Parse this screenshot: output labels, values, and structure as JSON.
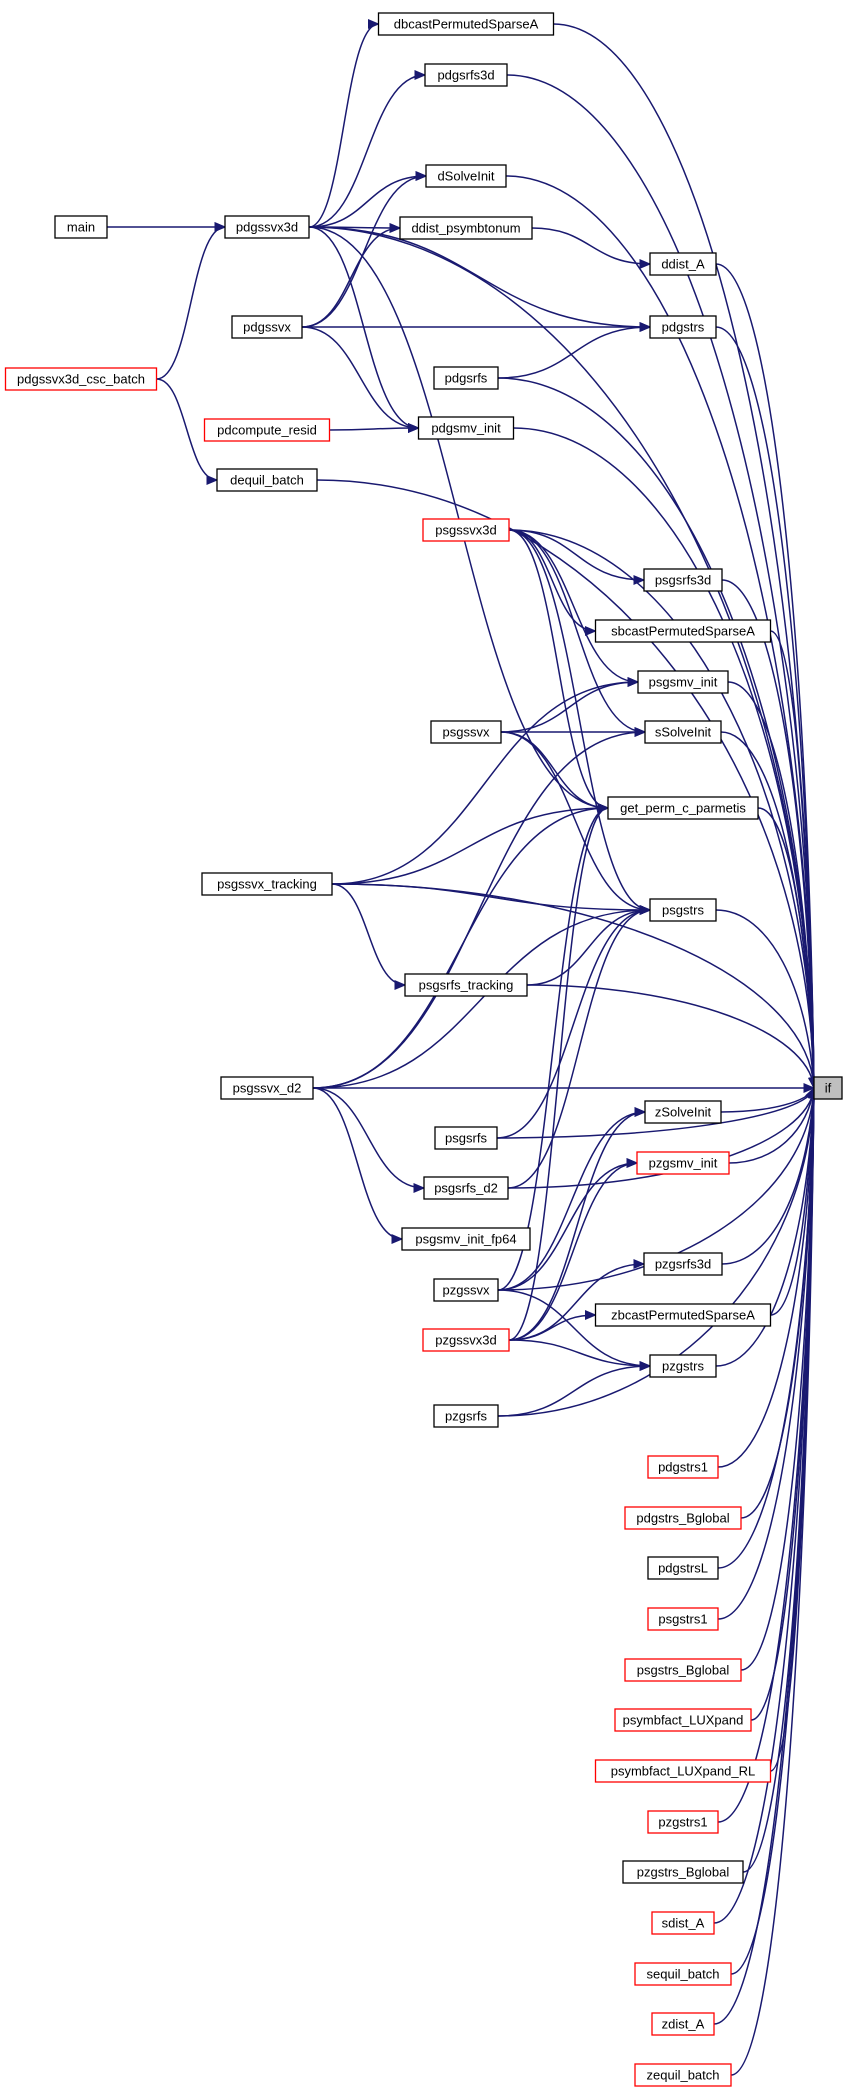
{
  "graph": {
    "type": "caller-graph",
    "target": "if",
    "colors": {
      "edge": "#191970",
      "node_border": "#000000",
      "node_border_truncated": "#ff0000",
      "target_fill": "#bfbfbf"
    },
    "nodes": [
      {
        "id": "if",
        "label": "if",
        "style": "target"
      },
      {
        "id": "main",
        "label": "main",
        "style": "normal"
      },
      {
        "id": "pdgssvx3d_csc_batch",
        "label": "pdgssvx3d_csc_batch",
        "style": "truncated"
      },
      {
        "id": "pdgssvx3d",
        "label": "pdgssvx3d",
        "style": "normal"
      },
      {
        "id": "pdgssvx",
        "label": "pdgssvx",
        "style": "normal"
      },
      {
        "id": "dequil_batch",
        "label": "dequil_batch",
        "style": "normal"
      },
      {
        "id": "pdcompute_resid",
        "label": "pdcompute_resid",
        "style": "truncated"
      },
      {
        "id": "dbcastPermutedSparseA",
        "label": "dbcastPermutedSparseA",
        "style": "normal"
      },
      {
        "id": "pdgsrfs3d",
        "label": "pdgsrfs3d",
        "style": "normal"
      },
      {
        "id": "dSolveInit",
        "label": "dSolveInit",
        "style": "normal"
      },
      {
        "id": "ddist_psymbtonum",
        "label": "ddist_psymbtonum",
        "style": "normal"
      },
      {
        "id": "ddist_A",
        "label": "ddist_A",
        "style": "normal"
      },
      {
        "id": "pdgstrs",
        "label": "pdgstrs",
        "style": "normal"
      },
      {
        "id": "pdgsrfs",
        "label": "pdgsrfs",
        "style": "normal"
      },
      {
        "id": "pdgsmv_init",
        "label": "pdgsmv_init",
        "style": "normal"
      },
      {
        "id": "psgssvx3d",
        "label": "psgssvx3d",
        "style": "truncated"
      },
      {
        "id": "psgsrfs3d",
        "label": "psgsrfs3d",
        "style": "normal"
      },
      {
        "id": "sbcastPermutedSparseA",
        "label": "sbcastPermutedSparseA",
        "style": "normal"
      },
      {
        "id": "psgsmv_init",
        "label": "psgsmv_init",
        "style": "normal"
      },
      {
        "id": "psgssvx",
        "label": "psgssvx",
        "style": "normal"
      },
      {
        "id": "sSolveInit",
        "label": "sSolveInit",
        "style": "normal"
      },
      {
        "id": "get_perm_c_parmetis",
        "label": "get_perm_c_parmetis",
        "style": "normal"
      },
      {
        "id": "psgssvx_tracking",
        "label": "psgssvx_tracking",
        "style": "normal"
      },
      {
        "id": "psgstrs",
        "label": "psgstrs",
        "style": "normal"
      },
      {
        "id": "psgsrfs_tracking",
        "label": "psgsrfs_tracking",
        "style": "normal"
      },
      {
        "id": "psgssvx_d2",
        "label": "psgssvx_d2",
        "style": "normal"
      },
      {
        "id": "psgsrfs",
        "label": "psgsrfs",
        "style": "normal"
      },
      {
        "id": "psgsrfs_d2",
        "label": "psgsrfs_d2",
        "style": "normal"
      },
      {
        "id": "psgsmv_init_fp64",
        "label": "psgsmv_init_fp64",
        "style": "normal"
      },
      {
        "id": "zSolveInit",
        "label": "zSolveInit",
        "style": "normal"
      },
      {
        "id": "pzgsmv_init",
        "label": "pzgsmv_init",
        "style": "truncated"
      },
      {
        "id": "pzgssvx",
        "label": "pzgssvx",
        "style": "normal"
      },
      {
        "id": "pzgsrfs3d",
        "label": "pzgsrfs3d",
        "style": "normal"
      },
      {
        "id": "pzgssvx3d",
        "label": "pzgssvx3d",
        "style": "truncated"
      },
      {
        "id": "zbcastPermutedSparseA",
        "label": "zbcastPermutedSparseA",
        "style": "normal"
      },
      {
        "id": "pzgstrs",
        "label": "pzgstrs",
        "style": "normal"
      },
      {
        "id": "pzgsrfs",
        "label": "pzgsrfs",
        "style": "normal"
      },
      {
        "id": "pdgstrs1",
        "label": "pdgstrs1",
        "style": "truncated"
      },
      {
        "id": "pdgstrs_Bglobal",
        "label": "pdgstrs_Bglobal",
        "style": "truncated"
      },
      {
        "id": "pdgstrsL",
        "label": "pdgstrsL",
        "style": "normal"
      },
      {
        "id": "psgstrs1",
        "label": "psgstrs1",
        "style": "truncated"
      },
      {
        "id": "psgstrs_Bglobal",
        "label": "psgstrs_Bglobal",
        "style": "truncated"
      },
      {
        "id": "psymbfact_LUXpand",
        "label": "psymbfact_LUXpand",
        "style": "truncated"
      },
      {
        "id": "psymbfact_LUXpand_RL",
        "label": "psymbfact_LUXpand_RL",
        "style": "truncated"
      },
      {
        "id": "pzgstrs1",
        "label": "pzgstrs1",
        "style": "truncated"
      },
      {
        "id": "pzgstrs_Bglobal",
        "label": "pzgstrs_Bglobal",
        "style": "normal"
      },
      {
        "id": "sdist_A",
        "label": "sdist_A",
        "style": "truncated"
      },
      {
        "id": "sequil_batch",
        "label": "sequil_batch",
        "style": "truncated"
      },
      {
        "id": "zdist_A",
        "label": "zdist_A",
        "style": "truncated"
      },
      {
        "id": "zequil_batch",
        "label": "zequil_batch",
        "style": "truncated"
      }
    ],
    "edges": [
      [
        "main",
        "pdgssvx3d"
      ],
      [
        "pdgssvx3d_csc_batch",
        "pdgssvx3d"
      ],
      [
        "pdgssvx3d_csc_batch",
        "dequil_batch"
      ],
      [
        "pdgssvx3d",
        "dbcastPermutedSparseA"
      ],
      [
        "pdgssvx3d",
        "pdgsrfs3d"
      ],
      [
        "pdgssvx3d",
        "dSolveInit"
      ],
      [
        "pdgssvx3d",
        "ddist_psymbtonum"
      ],
      [
        "pdgssvx3d",
        "pdgstrs"
      ],
      [
        "pdgssvx3d",
        "pdgsmv_init"
      ],
      [
        "pdgssvx3d",
        "get_perm_c_parmetis"
      ],
      [
        "pdgssvx",
        "dSolveInit"
      ],
      [
        "pdgssvx",
        "ddist_psymbtonum"
      ],
      [
        "pdgssvx",
        "pdgstrs"
      ],
      [
        "pdgssvx",
        "pdgsmv_init"
      ],
      [
        "ddist_psymbtonum",
        "ddist_A"
      ],
      [
        "pdgsrfs",
        "pdgstrs"
      ],
      [
        "pdcompute_resid",
        "pdgsmv_init"
      ],
      [
        "psgssvx3d",
        "psgsrfs3d"
      ],
      [
        "psgssvx3d",
        "sbcastPermutedSparseA"
      ],
      [
        "psgssvx3d",
        "psgsmv_init"
      ],
      [
        "psgssvx3d",
        "sSolveInit"
      ],
      [
        "psgssvx3d",
        "get_perm_c_parmetis"
      ],
      [
        "psgssvx3d",
        "psgstrs"
      ],
      [
        "psgssvx",
        "psgsmv_init"
      ],
      [
        "psgssvx",
        "sSolveInit"
      ],
      [
        "psgssvx",
        "get_perm_c_parmetis"
      ],
      [
        "psgssvx",
        "psgstrs"
      ],
      [
        "psgssvx_tracking",
        "psgsmv_init"
      ],
      [
        "psgssvx_tracking",
        "get_perm_c_parmetis"
      ],
      [
        "psgssvx_tracking",
        "psgsrfs_tracking"
      ],
      [
        "psgssvx_tracking",
        "psgstrs"
      ],
      [
        "psgsrfs_tracking",
        "psgstrs"
      ],
      [
        "psgssvx_d2",
        "sSolveInit"
      ],
      [
        "psgssvx_d2",
        "get_perm_c_parmetis"
      ],
      [
        "psgssvx_d2",
        "psgsrfs_d2"
      ],
      [
        "psgssvx_d2",
        "psgsmv_init_fp64"
      ],
      [
        "psgssvx_d2",
        "psgstrs"
      ],
      [
        "psgsrfs",
        "psgstrs"
      ],
      [
        "psgsrfs_d2",
        "psgstrs"
      ],
      [
        "pzgssvx",
        "zSolveInit"
      ],
      [
        "pzgssvx",
        "pzgsmv_init"
      ],
      [
        "pzgssvx",
        "get_perm_c_parmetis"
      ],
      [
        "pzgssvx",
        "pzgstrs"
      ],
      [
        "pzgssvx3d",
        "zSolveInit"
      ],
      [
        "pzgssvx3d",
        "pzgsmv_init"
      ],
      [
        "pzgssvx3d",
        "pzgsrfs3d"
      ],
      [
        "pzgssvx3d",
        "zbcastPermutedSparseA"
      ],
      [
        "pzgssvx3d",
        "pzgstrs"
      ],
      [
        "pzgssvx3d",
        "get_perm_c_parmetis"
      ],
      [
        "pzgsrfs",
        "pzgstrs"
      ],
      [
        "dbcastPermutedSparseA",
        "if"
      ],
      [
        "pdgsrfs3d",
        "if"
      ],
      [
        "pdgssvx3d",
        "if"
      ],
      [
        "dSolveInit",
        "if"
      ],
      [
        "ddist_A",
        "if"
      ],
      [
        "pdgstrs",
        "if"
      ],
      [
        "pdgsrfs",
        "if"
      ],
      [
        "pdgsmv_init",
        "if"
      ],
      [
        "dequil_batch",
        "if"
      ],
      [
        "psgssvx3d",
        "if"
      ],
      [
        "psgsrfs3d",
        "if"
      ],
      [
        "sbcastPermutedSparseA",
        "if"
      ],
      [
        "psgsmv_init",
        "if"
      ],
      [
        "sSolveInit",
        "if"
      ],
      [
        "get_perm_c_parmetis",
        "if"
      ],
      [
        "psgstrs",
        "if"
      ],
      [
        "psgssvx_tracking",
        "if"
      ],
      [
        "psgsrfs_tracking",
        "if"
      ],
      [
        "psgssvx_d2",
        "if"
      ],
      [
        "psgsrfs",
        "if"
      ],
      [
        "psgsrfs_d2",
        "if"
      ],
      [
        "zSolveInit",
        "if"
      ],
      [
        "pzgsmv_init",
        "if"
      ],
      [
        "pzgsrfs3d",
        "if"
      ],
      [
        "zbcastPermutedSparseA",
        "if"
      ],
      [
        "pzgstrs",
        "if"
      ],
      [
        "pzgsrfs",
        "if"
      ],
      [
        "pzgssvx",
        "if"
      ],
      [
        "pdgstrs1",
        "if"
      ],
      [
        "pdgstrs_Bglobal",
        "if"
      ],
      [
        "pdgstrsL",
        "if"
      ],
      [
        "psgstrs1",
        "if"
      ],
      [
        "psgstrs_Bglobal",
        "if"
      ],
      [
        "psymbfact_LUXpand",
        "if"
      ],
      [
        "psymbfact_LUXpand_RL",
        "if"
      ],
      [
        "pzgstrs1",
        "if"
      ],
      [
        "pzgstrs_Bglobal",
        "if"
      ],
      [
        "sdist_A",
        "if"
      ],
      [
        "sequil_batch",
        "if"
      ],
      [
        "zdist_A",
        "if"
      ],
      [
        "zequil_batch",
        "if"
      ]
    ]
  }
}
